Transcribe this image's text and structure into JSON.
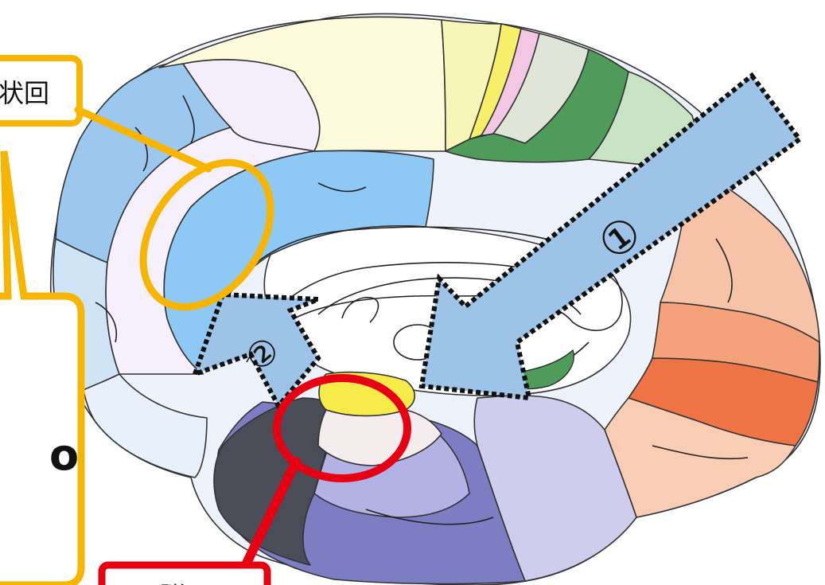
{
  "callouts": {
    "top_left_label": "状回",
    "left_box_text": "o",
    "bottom_label": "脳弓"
  },
  "arrows": {
    "arrow1_label": "①",
    "arrow2_label": "②"
  },
  "colors": {
    "callout_yellow": "#f7b500",
    "callout_red": "#e60012",
    "arrow_fill": "#9dc3e6",
    "arrow_border": "#111111",
    "brain_outline": "#333333"
  }
}
